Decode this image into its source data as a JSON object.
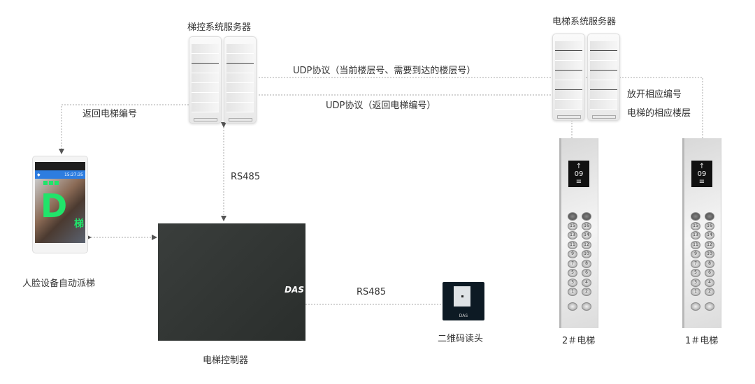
{
  "nodes": {
    "ladder_server": {
      "label": "梯控系统服务器"
    },
    "elevator_server": {
      "label": "电梯系统服务器"
    },
    "face_device": {
      "label": "人脸设备自动派梯",
      "screen_time": "15:27:35",
      "screen_letter": "D",
      "screen_suffix": "梯"
    },
    "controller": {
      "label": "电梯控制器",
      "logo": "DAS"
    },
    "qr_reader": {
      "label": "二维码读头",
      "logo": "DAS"
    },
    "elevator_2": {
      "label": "2＃电梯",
      "floor_display": "09"
    },
    "elevator_1": {
      "label": "1＃电梯",
      "floor_display": "09"
    }
  },
  "edges": {
    "udp_request": "UDP协议（当前楼层号、需要到达的楼层号）",
    "udp_return": "UDP协议（返回电梯编号）",
    "return_number": "返回电梯编号",
    "rs485_server_controller": "RS485",
    "rs485_controller_qr": "RS485",
    "open_floor_line1": "放开相应编号",
    "open_floor_line2": "电梯的相应楼层"
  },
  "panel_buttons": [
    "15",
    "16",
    "13",
    "14",
    "11",
    "12",
    "9",
    "10",
    "7",
    "8",
    "5",
    "6",
    "3",
    "4",
    "1",
    "2"
  ]
}
